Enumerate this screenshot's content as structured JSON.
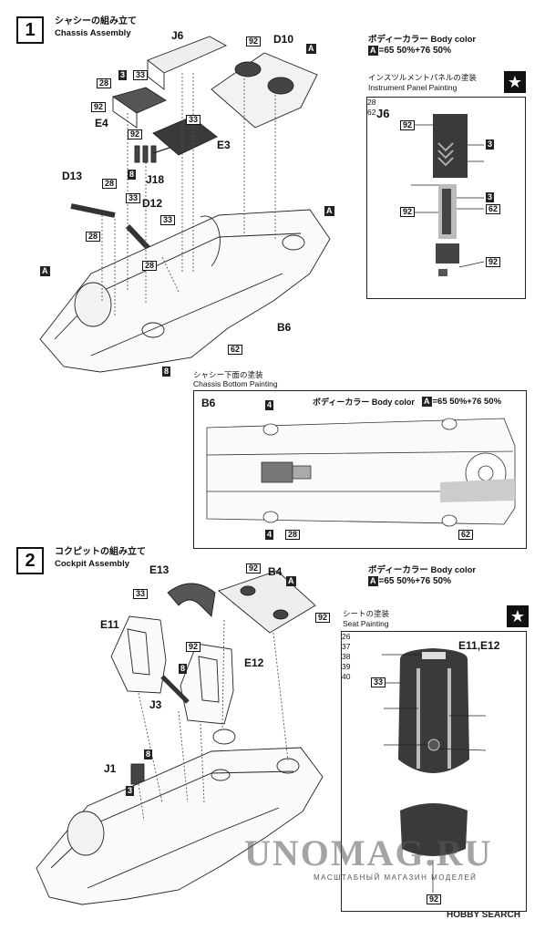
{
  "step1": {
    "number": "1",
    "title_jp": "シャシーの組み立て",
    "title_en": "Chassis Assembly",
    "body_color_label": "ボディーカラー Body color",
    "body_color_mix": "=65 50%+76 50%",
    "panel_jp": "インスツルメントパネルの塗装",
    "panel_en": "Instrument Panel Painting",
    "panel_part": "J6",
    "parts": [
      "J6",
      "D10",
      "E4",
      "E3",
      "J18",
      "D13",
      "D12",
      "B6"
    ],
    "callouts": [
      "3",
      "33",
      "28",
      "92",
      "33",
      "92",
      "8",
      "28",
      "33",
      "28",
      "28",
      "8",
      "62",
      "A",
      "A",
      "A"
    ]
  },
  "chassis_bottom": {
    "title_jp": "シャシー下面の塗装",
    "title_en": "Chassis Bottom Painting",
    "part": "B6",
    "body_color_label": "ボディーカラー Body color",
    "body_color_mix": "=65 50%+76 50%",
    "callouts": [
      "4",
      "4",
      "28",
      "62"
    ]
  },
  "step2": {
    "number": "2",
    "title_jp": "コクピットの組み立て",
    "title_en": "Cockpit Assembly",
    "body_color_label": "ボディーカラー Body color",
    "body_color_mix": "=65 50%+76 50%",
    "seat_jp": "シートの塗装",
    "seat_en": "Seat Painting",
    "seat_part": "E11,E12",
    "seat_callouts": [
      "26",
      "33",
      "37",
      "38",
      "39",
      "40",
      "92"
    ],
    "parts": [
      "E13",
      "B4",
      "E11",
      "E12",
      "J3",
      "J1"
    ],
    "callouts": [
      "33",
      "92",
      "A",
      "92",
      "92",
      "8",
      "8",
      "3"
    ]
  },
  "watermark": {
    "main": "UNOMAG.RU",
    "sub": "МАСШТАБНЫЙ МАГАЗИН МОДЕЛЕЙ",
    "hobby": "HOBBY SEARCH"
  },
  "icons": [
    "star-icon",
    "star-icon"
  ]
}
